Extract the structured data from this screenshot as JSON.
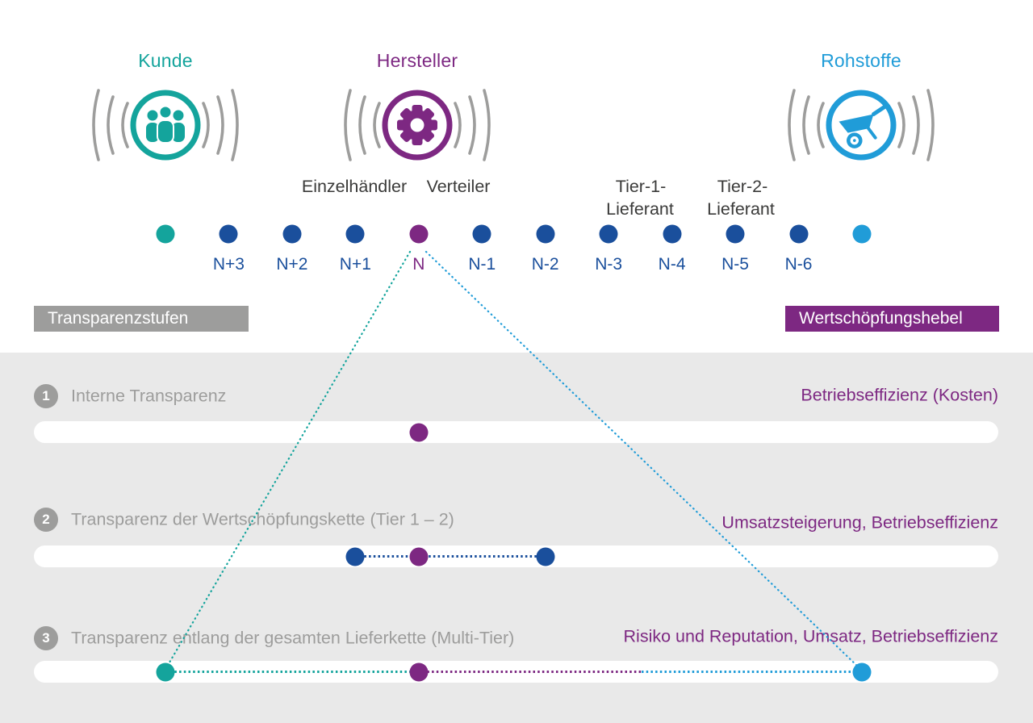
{
  "header": {
    "nodes": [
      {
        "id": "kunde",
        "label": "Kunde",
        "icon": "people-icon",
        "color_name": "teal"
      },
      {
        "id": "hersteller",
        "label": "Hersteller",
        "icon": "gear-icon",
        "color_name": "purple"
      },
      {
        "id": "rohstoffe",
        "label": "Rohstoffe",
        "icon": "wheelbarrow-icon",
        "color_name": "lightblue"
      }
    ]
  },
  "stage_labels": {
    "einzelhaendler": "Einzelhändler",
    "verteiler": "Verteiler",
    "tier1_line1": "Tier-1-",
    "tier1_line2": "Lieferant",
    "tier2_line1": "Tier-2-",
    "tier2_line2": "Lieferant"
  },
  "timeline": {
    "dots": [
      {
        "id": "kunde",
        "label": "",
        "color": "teal"
      },
      {
        "id": "N+3",
        "label": "N+3",
        "color": "blue"
      },
      {
        "id": "N+2",
        "label": "N+2",
        "color": "blue"
      },
      {
        "id": "N+1",
        "label": "N+1",
        "color": "blue"
      },
      {
        "id": "N",
        "label": "N",
        "color": "purple"
      },
      {
        "id": "N-1",
        "label": "N-1",
        "color": "blue"
      },
      {
        "id": "N-2",
        "label": "N-2",
        "color": "blue"
      },
      {
        "id": "N-3",
        "label": "N-3",
        "color": "blue"
      },
      {
        "id": "N-4",
        "label": "N-4",
        "color": "blue"
      },
      {
        "id": "N-5",
        "label": "N-5",
        "color": "blue"
      },
      {
        "id": "N-6",
        "label": "N-6",
        "color": "blue"
      },
      {
        "id": "rohstoffe",
        "label": "",
        "color": "lightblue"
      }
    ]
  },
  "banners": {
    "left": "Transparenzstufen",
    "right": "Wertschöpfungshebel"
  },
  "rows": [
    {
      "number": "1",
      "label": "Interne Transparenz",
      "lever": "Betriebseffizienz (Kosten)",
      "points": [
        {
          "stage": "N",
          "color": "purple"
        }
      ]
    },
    {
      "number": "2",
      "label": "Transparenz der Wertschöpfungskette (Tier 1 – 2)",
      "lever": "Umsatzsteigerung, Betriebseffizienz",
      "points": [
        {
          "stage": "N+1",
          "color": "blue"
        },
        {
          "stage": "N",
          "color": "purple"
        },
        {
          "stage": "N-2",
          "color": "blue"
        }
      ]
    },
    {
      "number": "3",
      "label": "Transparenz entlang der gesamten Lieferkette (Multi-Tier)",
      "lever": "Risiko und Reputation, Umsatz, Betriebseffizienz",
      "points": [
        {
          "stage": "kunde",
          "color": "teal"
        },
        {
          "stage": "N",
          "color": "purple"
        },
        {
          "stage": "rohstoffe",
          "color": "lightblue"
        }
      ]
    }
  ],
  "colors": {
    "teal": "#14A49C",
    "purple": "#7D2882",
    "blue": "#1A4F9C",
    "lightblue": "#209CD8",
    "gray": "#9D9D9C",
    "panel": "#E9E9E9",
    "darktext": "#3A3A39"
  }
}
